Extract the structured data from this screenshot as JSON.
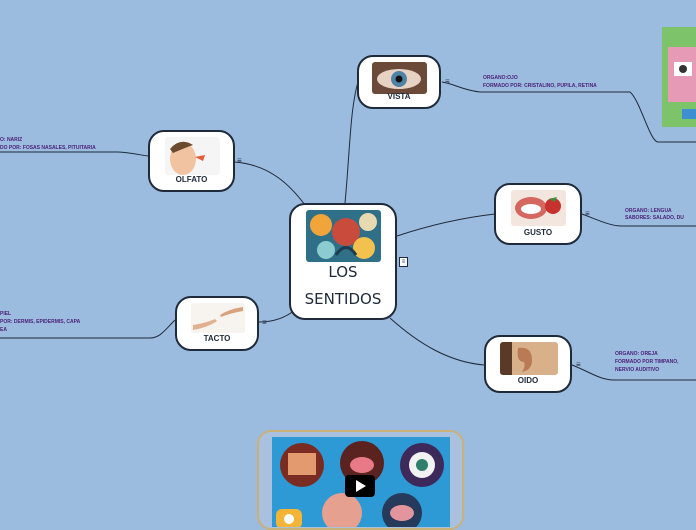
{
  "central": {
    "line1": "LOS",
    "line2": "SENTIDOS",
    "menu_icon": "list-icon"
  },
  "senses": [
    {
      "id": "vista",
      "label": "VISTA",
      "note1": "ORGANO:OJO",
      "note2": "FORMADO POR: CRISTALINO, PUPILA, RETINA"
    },
    {
      "id": "olfato",
      "label": "OLFATO",
      "note1": "O: NARIZ",
      "note2": "DO POR: FOSAS NASALES, PITUITARIA"
    },
    {
      "id": "gusto",
      "label": "GUSTO",
      "note1": "ORGANO: LENGUA",
      "note2": "SABORES: SALADO, DU"
    },
    {
      "id": "tacto",
      "label": "TACTO",
      "note1": "PIEL",
      "note2": "POR: DERMIS, EPIDERMIS, CAPA",
      "note3": "EA"
    },
    {
      "id": "oido",
      "label": "OIDO",
      "note1": "ORGANO: OREJA",
      "note2": "FORMADO POR TIMPANO,",
      "note3": "NERVIO AUDITIVO"
    }
  ],
  "menu_glyph": "≡",
  "video": {
    "play_icon": "play-icon"
  }
}
